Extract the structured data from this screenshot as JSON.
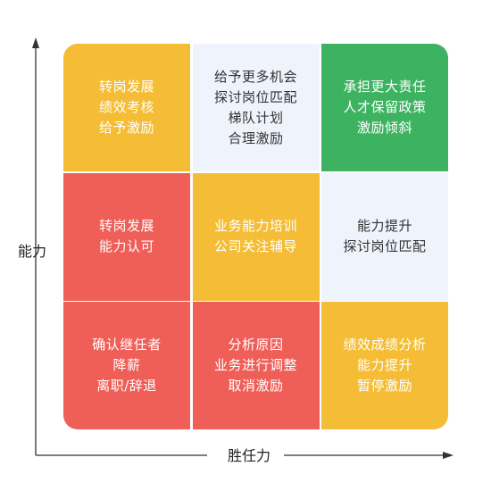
{
  "colors": {
    "yellow": "#F4BD35",
    "red": "#EF5F58",
    "green": "#3DB361",
    "pale": "#EFF3FB",
    "axis": "#333333",
    "text_light": "#ffffff",
    "text_dark": "#333333"
  },
  "axes": {
    "y_label": "能力",
    "x_label": "胜任力"
  },
  "matrix": {
    "cells": [
      {
        "color": "yellow",
        "lines": [
          "转岗发展",
          "绩效考核",
          "给予激励"
        ]
      },
      {
        "color": "pale",
        "lines": [
          "给予更多机会",
          "探讨岗位匹配",
          "梯队计划",
          "合理激励"
        ]
      },
      {
        "color": "green",
        "lines": [
          "承担更大责任",
          "人才保留政策",
          "激励倾斜"
        ]
      },
      {
        "color": "red",
        "lines": [
          "转岗发展",
          "能力认可"
        ]
      },
      {
        "color": "yellow",
        "lines": [
          "业务能力培训",
          "公司关注辅导"
        ]
      },
      {
        "color": "pale",
        "lines": [
          "能力提升",
          "探讨岗位匹配"
        ]
      },
      {
        "color": "red",
        "lines": [
          "确认继任者",
          "降薪",
          "离职/辞退"
        ]
      },
      {
        "color": "red",
        "lines": [
          "分析原因",
          "业务进行调整",
          "取消激励"
        ]
      },
      {
        "color": "yellow",
        "lines": [
          "绩效成绩分析",
          "能力提升",
          "暂停激励"
        ]
      }
    ]
  }
}
